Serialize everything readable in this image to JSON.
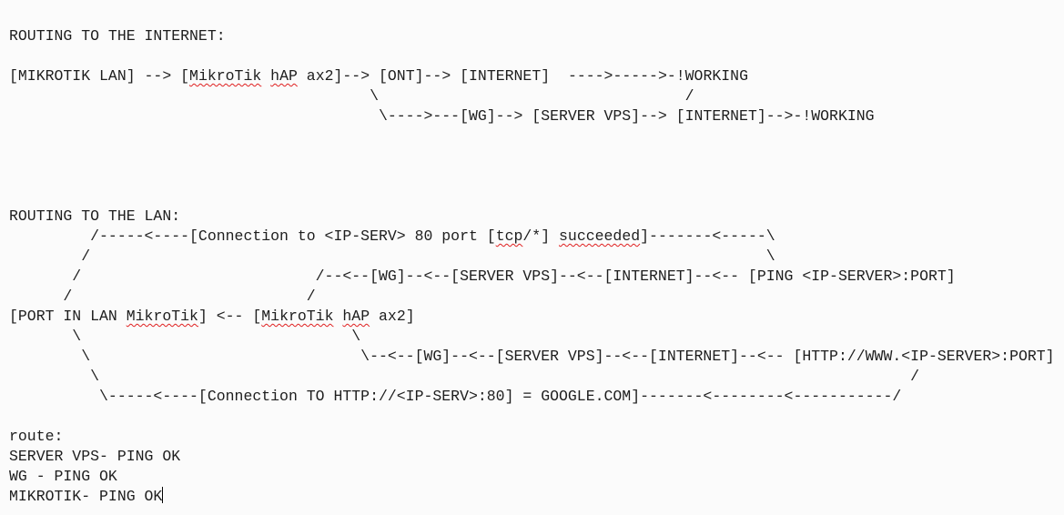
{
  "document": {
    "lines": [
      {
        "text": "ROUTING TO THE INTERNET:"
      },
      {
        "text": ""
      },
      {
        "text": "[MIKROTIK LAN] --> [MikroTik hAP ax2]--> [ONT]--> [INTERNET]  ---->----->-!WORKING",
        "misspelled": [
          "MikroTik",
          "hAP"
        ]
      },
      {
        "text": "                                        \\                                  /"
      },
      {
        "text": "                                         \\---->---[WG]--> [SERVER VPS]--> [INTERNET]-->-!WORKING"
      },
      {
        "text": ""
      },
      {
        "text": ""
      },
      {
        "text": ""
      },
      {
        "text": ""
      },
      {
        "text": "ROUTING TO THE LAN:"
      },
      {
        "text": "         /-----<----[Connection to <IP-SERV> 80 port [tcp/*] succeeded]-------<-----\\",
        "misspelled": [
          "tcp",
          "succeeded"
        ]
      },
      {
        "text": "        /                                                                           \\"
      },
      {
        "text": "       /                          /--<--[WG]--<--[SERVER VPS]--<--[INTERNET]--<-- [PING <IP-SERVER>:PORT]"
      },
      {
        "text": "      /                          /"
      },
      {
        "text": "[PORT IN LAN MikroTik] <-- [MikroTik hAP ax2]",
        "misspelled": [
          "MikroTik",
          "hAP"
        ]
      },
      {
        "text": "       \\                              \\"
      },
      {
        "text": "        \\                              \\--<--[WG]--<--[SERVER VPS]--<--[INTERNET]--<-- [HTTP://WWW.<IP-SERVER>:PORT]"
      },
      {
        "text": "         \\                                                                                          /"
      },
      {
        "text": "          \\-----<----[Connection TO HTTP://<IP-SERV>:80] = GOOGLE.COM]-------<--------<-----------/"
      },
      {
        "text": ""
      },
      {
        "text": "route:"
      },
      {
        "text": "SERVER VPS- PING OK"
      },
      {
        "text": "WG - PING OK"
      },
      {
        "text": "MIKROTIK- PING OK",
        "caret": true
      }
    ]
  }
}
